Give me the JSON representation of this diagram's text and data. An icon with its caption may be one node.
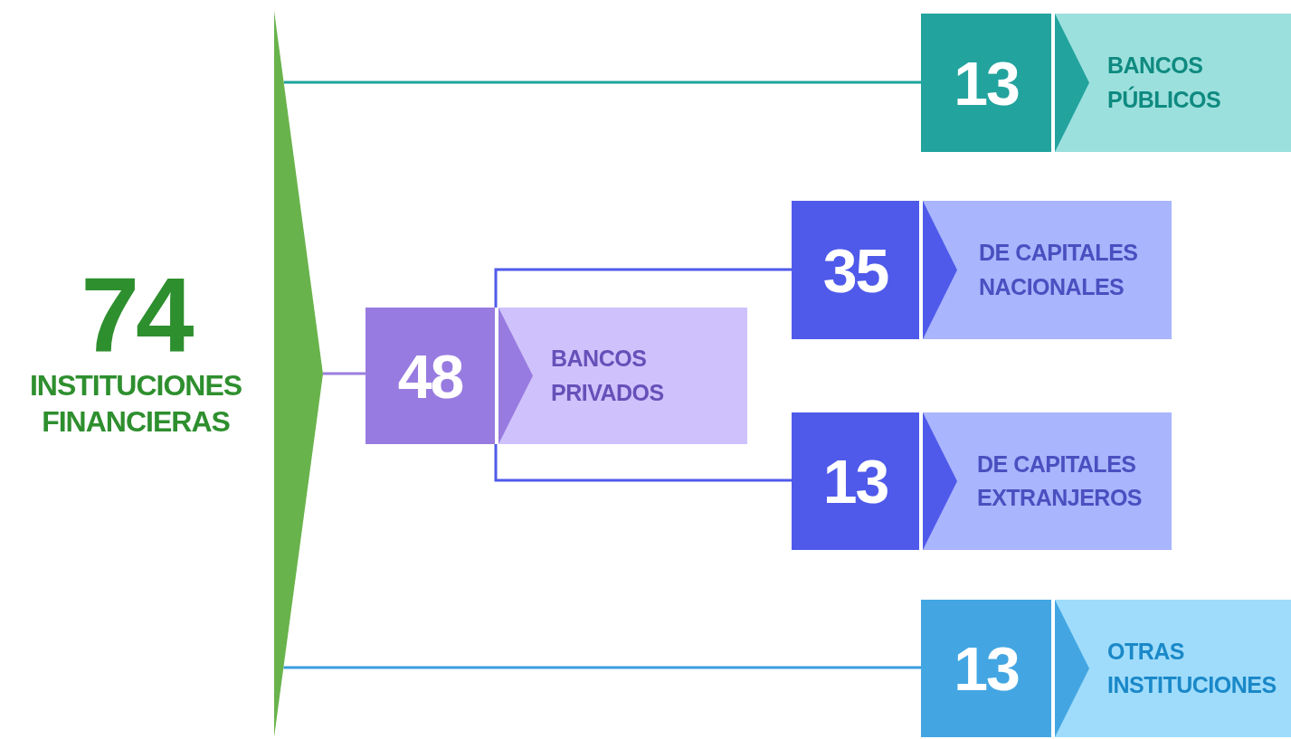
{
  "diagram": {
    "nodes": [
      {
        "text": [
          "74",
          "INSTITUCIONES FINANCIERAS"
        ]
      },
      {
        "text": [],
        "shape": "triangle"
      },
      {
        "text": [
          "13",
          "BANCOS PÚBLICOS"
        ]
      },
      {
        "text": [
          "35",
          "DE CAPITALES NACIONALES"
        ]
      },
      {
        "text": [
          "48",
          "BANCOS PRIVADOS"
        ]
      },
      {
        "text": [
          "13",
          "DE CAPITALES EXTRANJEROS"
        ]
      },
      {
        "text": [
          "13",
          "OTRAS INSTITUCIONES"
        ]
      }
    ],
    "edges": [
      {
        "from": 1,
        "to": 2,
        "arrow": "none",
        "color": "#1fa39b"
      },
      {
        "from": 1,
        "to": 4,
        "arrow": "none",
        "color": "#9a7ee0"
      },
      {
        "from": 4,
        "to": 3,
        "arrow": "none"
      },
      {
        "from": 4,
        "to": 5,
        "arrow": "none"
      },
      {
        "from": 1,
        "to": 6,
        "arrow": "none",
        "color": "#3a9de0"
      }
    ]
  }
}
